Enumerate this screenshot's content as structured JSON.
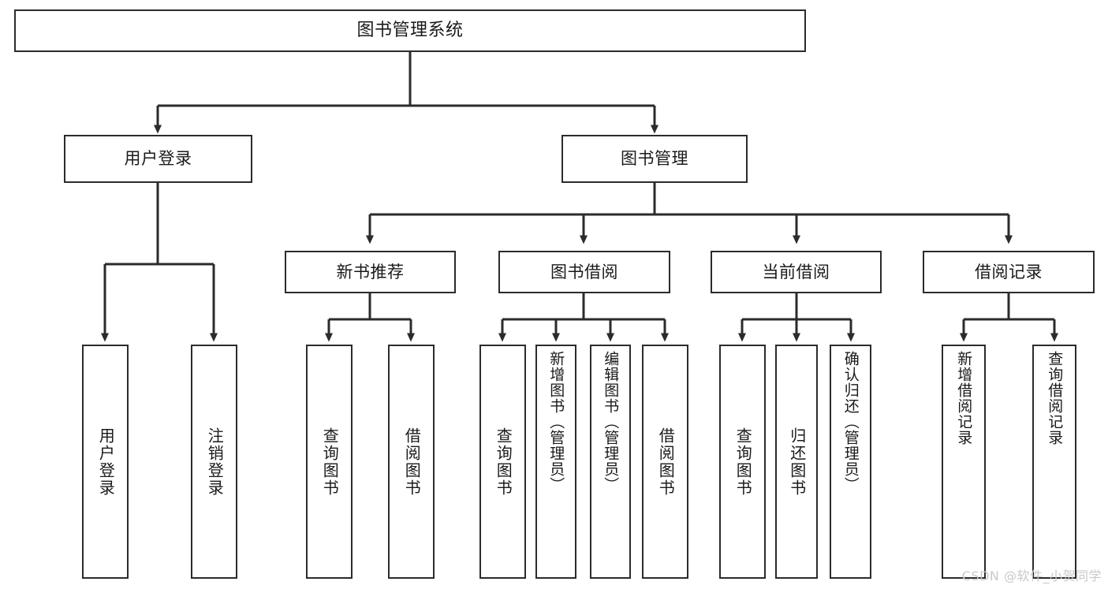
{
  "diagram": {
    "title": "图书管理系统",
    "type": "tree",
    "watermark": "CSDN @软件_小贺同学",
    "colors": {
      "stroke": "#2b2b2b",
      "fill": "#ffffff",
      "text": "#1a1a1a",
      "watermark": "#c9c9c9"
    },
    "root": {
      "label": "图书管理系统"
    },
    "level1": [
      {
        "label": "用户登录"
      },
      {
        "label": "图书管理"
      }
    ],
    "level2": [
      {
        "label": "新书推荐"
      },
      {
        "label": "图书借阅"
      },
      {
        "label": "当前借阅"
      },
      {
        "label": "借阅记录"
      }
    ],
    "leaves": {
      "user_login": [
        {
          "label": "用户登录"
        },
        {
          "label": "注销登录"
        }
      ],
      "new_book_recommend": [
        {
          "label": "查询图书"
        },
        {
          "label": "借阅图书"
        }
      ],
      "book_borrow": [
        {
          "label": "查询图书"
        },
        {
          "label": "新增图书（管理员）"
        },
        {
          "label": "编辑图书（管理员）"
        },
        {
          "label": "借阅图书"
        }
      ],
      "current_borrow": [
        {
          "label": "查询图书"
        },
        {
          "label": "归还图书"
        },
        {
          "label": "确认归还（管理员）"
        }
      ],
      "borrow_records": [
        {
          "label": "新增借阅记录"
        },
        {
          "label": "查询借阅记录"
        }
      ]
    }
  }
}
